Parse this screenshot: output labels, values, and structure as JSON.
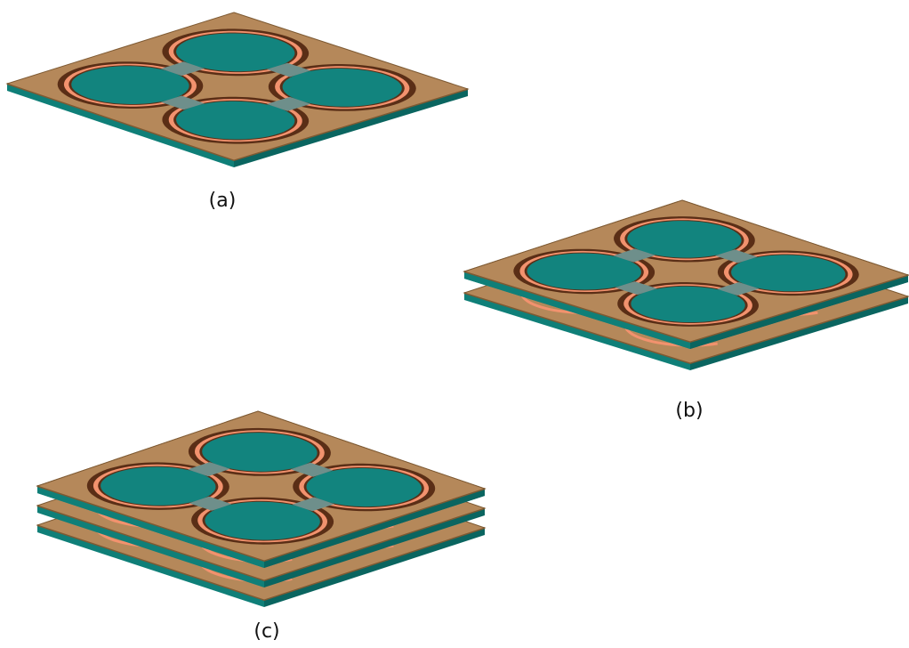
{
  "figures": [
    {
      "id": "a",
      "caption": "(a)",
      "layers": 1
    },
    {
      "id": "b",
      "caption": "(b)",
      "layers": 2
    },
    {
      "id": "c",
      "caption": "(c)",
      "layers": 3
    }
  ],
  "colors": {
    "substrate_top": "#B5885A",
    "substrate_edge": "#7E5A33",
    "ground_side": "#0F7F78",
    "ground_dark": "#0A6560",
    "patch_fill": "#12847E",
    "ring_copper": "#F2926E",
    "ring_dark": "#5A2E16",
    "gap_gray": "#6E8F8B"
  }
}
